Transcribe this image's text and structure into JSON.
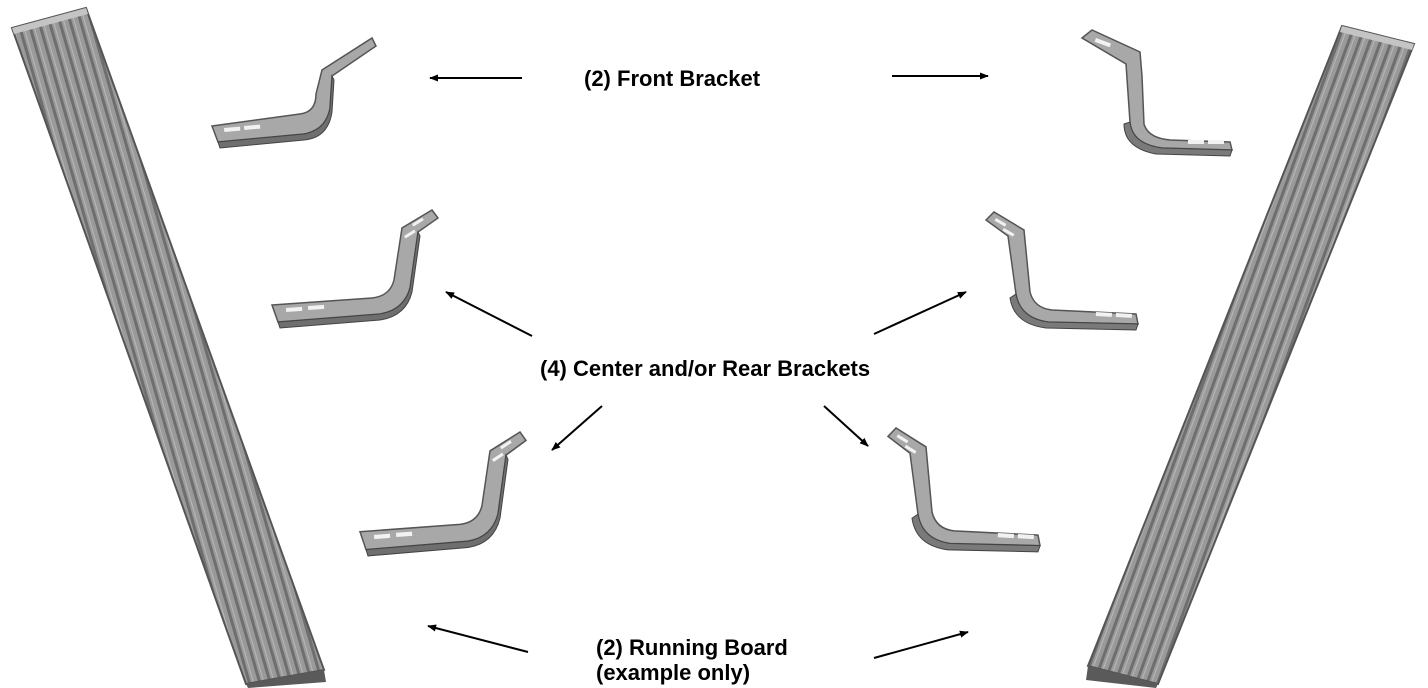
{
  "labels": {
    "front_bracket": "(2) Front Bracket",
    "center_rear_brackets": "(4) Center and/or Rear Brackets",
    "running_board_line1": "(2) Running Board",
    "running_board_line2": "(example only)"
  },
  "colors": {
    "board_fill": "#8e8e8e",
    "board_ridge": "#6a6a6a",
    "board_highlight": "#b4b4b4",
    "bracket_fill": "#a9a9a9",
    "bracket_edge": "#555555",
    "arrow": "#000000"
  }
}
